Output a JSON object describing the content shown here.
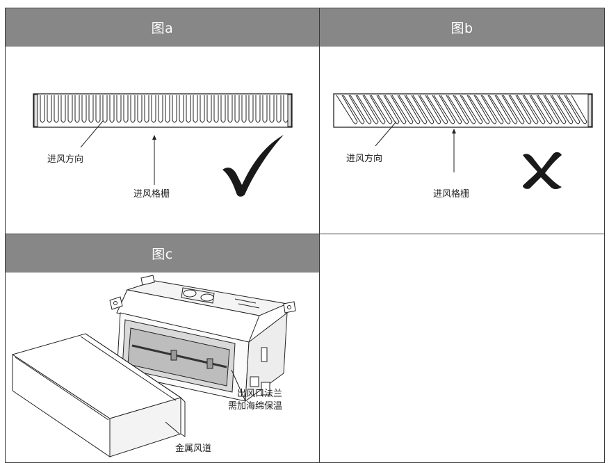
{
  "panels": {
    "a": {
      "title": "图a",
      "label_direction": "进风方向",
      "label_grille": "进风格栅",
      "mark": "check-icon"
    },
    "b": {
      "title": "图b",
      "label_direction": "进风方向",
      "label_grille": "进风格栅",
      "mark": "cross-icon"
    },
    "c": {
      "title": "图c",
      "label_flange_line1": "出风口法兰",
      "label_flange_line2": "需加海绵保温",
      "label_duct": "金属风道"
    }
  }
}
